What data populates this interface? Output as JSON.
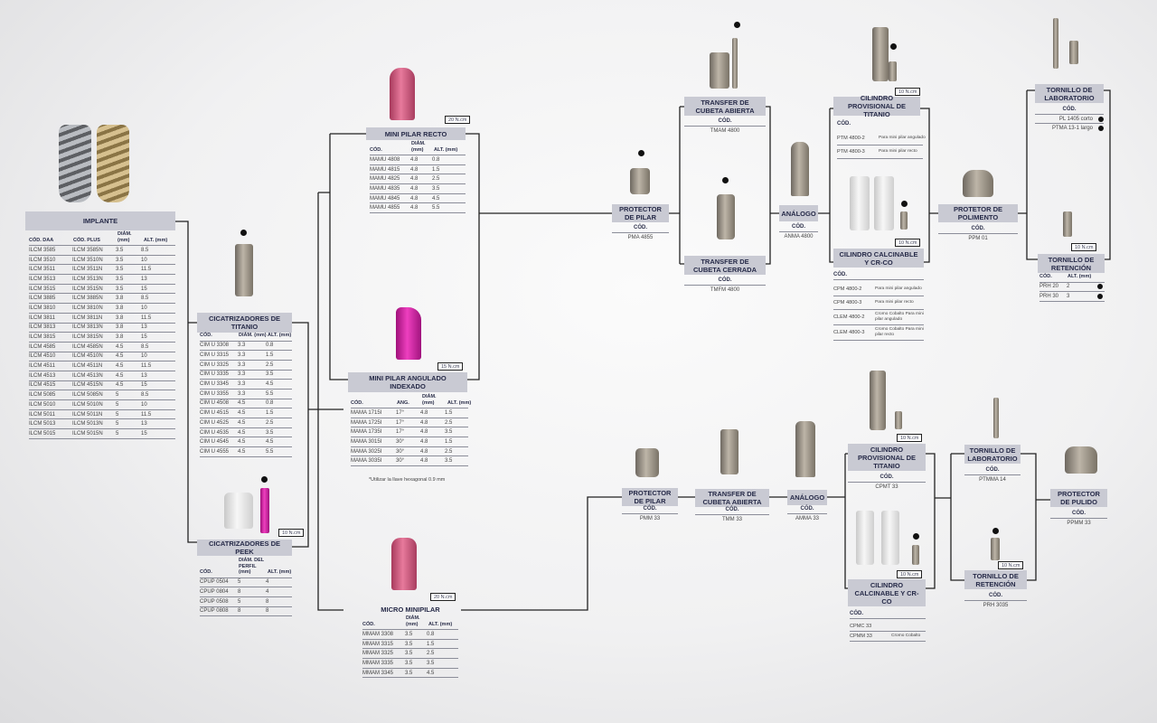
{
  "implant": {
    "title": "IMPLANTE",
    "headers": [
      "CÓD. DAA",
      "CÓD. PLUS",
      "DIÁM. (mm)",
      "ALT. (mm)"
    ],
    "rows": [
      [
        "ILCM 3585",
        "ILCM 3585N",
        "3.5",
        "8.5"
      ],
      [
        "ILCM 3510",
        "ILCM 3510N",
        "3.5",
        "10"
      ],
      [
        "ILCM 3511",
        "ILCM 3511N",
        "3.5",
        "11.5"
      ],
      [
        "ILCM 3513",
        "ILCM 3513N",
        "3.5",
        "13"
      ],
      [
        "ILCM 3515",
        "ILCM 3515N",
        "3.5",
        "15"
      ],
      [
        "ILCM 3885",
        "ILCM 3885N",
        "3.8",
        "8.5"
      ],
      [
        "ILCM 3810",
        "ILCM 3810N",
        "3.8",
        "10"
      ],
      [
        "ILCM 3811",
        "ILCM 3811N",
        "3.8",
        "11.5"
      ],
      [
        "ILCM 3813",
        "ILCM 3813N",
        "3.8",
        "13"
      ],
      [
        "ILCM 3815",
        "ILCM 3815N",
        "3.8",
        "15"
      ],
      [
        "ILCM 4585",
        "ILCM 4585N",
        "4.5",
        "8.5"
      ],
      [
        "ILCM 4510",
        "ILCM 4510N",
        "4.5",
        "10"
      ],
      [
        "ILCM 4511",
        "ILCM 4511N",
        "4.5",
        "11.5"
      ],
      [
        "ILCM 4513",
        "ILCM 4513N",
        "4.5",
        "13"
      ],
      [
        "ILCM 4515",
        "ILCM 4515N",
        "4.5",
        "15"
      ],
      [
        "ILCM 5085",
        "ILCM 5085N",
        "5",
        "8.5"
      ],
      [
        "ILCM 5010",
        "ILCM 5010N",
        "5",
        "10"
      ],
      [
        "ILCM 5011",
        "ILCM 5011N",
        "5",
        "11.5"
      ],
      [
        "ILCM 5013",
        "ILCM 5013N",
        "5",
        "13"
      ],
      [
        "ILCM 5015",
        "ILCM 5015N",
        "5",
        "15"
      ]
    ]
  },
  "cic_titanio": {
    "title": "CICATRIZADORES DE TITANIO",
    "headers": [
      "CÓD.",
      "DIÁM. (mm)",
      "ALT. (mm)"
    ],
    "rows": [
      [
        "CIM U 3308",
        "3.3",
        "0.8"
      ],
      [
        "CIM U 3315",
        "3.3",
        "1.5"
      ],
      [
        "CIM U 3325",
        "3.3",
        "2.5"
      ],
      [
        "CIM U 3335",
        "3.3",
        "3.5"
      ],
      [
        "CIM U 3345",
        "3.3",
        "4.5"
      ],
      [
        "CIM U 3355",
        "3.3",
        "5.5"
      ],
      [
        "CIM U 4508",
        "4.5",
        "0.8"
      ],
      [
        "CIM U 4515",
        "4.5",
        "1.5"
      ],
      [
        "CIM U 4525",
        "4.5",
        "2.5"
      ],
      [
        "CIM U 4535",
        "4.5",
        "3.5"
      ],
      [
        "CIM U 4545",
        "4.5",
        "4.5"
      ],
      [
        "CIM U 4555",
        "4.5",
        "5.5"
      ]
    ]
  },
  "cic_peek": {
    "title": "CICATRIZADORES DE PEEK",
    "torque": "10 N.cm",
    "headers": [
      "CÓD.",
      "DIÁM. DEL PERFIL (mm)",
      "ALT. (mm)"
    ],
    "rows": [
      [
        "CPUP 0504",
        "5",
        "4"
      ],
      [
        "CPUP 0804",
        "8",
        "4"
      ],
      [
        "CPUP 0508",
        "5",
        "8"
      ],
      [
        "CPUP 0808",
        "8",
        "8"
      ]
    ]
  },
  "mini_recto": {
    "title": "MINI PILAR RECTO",
    "torque": "20 N.cm",
    "headers": [
      "CÓD.",
      "DIÁM. (mm)",
      "ALT. (mm)"
    ],
    "rows": [
      [
        "MAMU 4808",
        "4.8",
        "0.8"
      ],
      [
        "MAMU 4815",
        "4.8",
        "1.5"
      ],
      [
        "MAMU 4825",
        "4.8",
        "2.5"
      ],
      [
        "MAMU 4835",
        "4.8",
        "3.5"
      ],
      [
        "MAMU 4845",
        "4.8",
        "4.5"
      ],
      [
        "MAMU 4855",
        "4.8",
        "5.5"
      ]
    ]
  },
  "mini_angulado": {
    "title": "MINI PILAR ANGULADO INDEXADO",
    "torque": "15 N.cm",
    "headers": [
      "CÓD.",
      "ANG.",
      "DIÁM. (mm)",
      "ALT. (mm)"
    ],
    "rows": [
      [
        "MAMA 1715I",
        "17°",
        "4.8",
        "1.5"
      ],
      [
        "MAMA 1725I",
        "17°",
        "4.8",
        "2.5"
      ],
      [
        "MAMA 1735I",
        "17°",
        "4.8",
        "3.5"
      ],
      [
        "MAMA 3015I",
        "30°",
        "4.8",
        "1.5"
      ],
      [
        "MAMA 3025I",
        "30°",
        "4.8",
        "2.5"
      ],
      [
        "MAMA 3035I",
        "30°",
        "4.8",
        "3.5"
      ]
    ],
    "note": "*Utilizar la llave hexagonal 0.9 mm"
  },
  "micro": {
    "title": "MICRO MINIPILAR",
    "torque": "20 N.cm",
    "headers": [
      "CÓD.",
      "DIÁM. (mm)",
      "ALT. (mm)"
    ],
    "rows": [
      [
        "MMAM 3308",
        "3.5",
        "0.8"
      ],
      [
        "MMAM 3315",
        "3.5",
        "1.5"
      ],
      [
        "MMAM 3325",
        "3.5",
        "2.5"
      ],
      [
        "MMAM 3335",
        "3.5",
        "3.5"
      ],
      [
        "MMAM 3345",
        "3.5",
        "4.5"
      ]
    ]
  },
  "cod_label": "CÓD.",
  "top": {
    "protector": {
      "title": "PROTECTOR DE PILAR",
      "code": "PMA 4855"
    },
    "transfer_abierta": {
      "title": "TRANSFER DE CUBETA ABIERTA",
      "code": "TMAM 4800"
    },
    "transfer_cerrada": {
      "title": "TRANSFER DE CUBETA CERRADA",
      "code": "TMFM 4800"
    },
    "analogo": {
      "title": "ANÁLOGO",
      "code": "ANMA 4800"
    },
    "cil_prov": {
      "title": "CILINDRO PROVISIONAL DE TITANIO",
      "torque": "10 N.cm",
      "rows": [
        [
          "PTM 4800-2",
          "Para mini pilar angulado"
        ],
        [
          "PTM 4800-3",
          "Para mini pilar recto"
        ]
      ]
    },
    "cil_calc": {
      "title": "CILINDRO CALCINABLE Y CR-CO",
      "torque": "10 N.cm",
      "rows": [
        [
          "CPM 4800-2",
          "Para mini pilar angulado"
        ],
        [
          "CPM 4800-3",
          "Para mini pilar recto"
        ],
        [
          "CLEM 4800-2",
          "Cromo Cobalto Para mini pilar angulado"
        ],
        [
          "CLEM 4800-3",
          "Cromo Cobalto Para mini pilar recto"
        ]
      ]
    },
    "polimento": {
      "title": "PROTETOR DE POLIMENTO",
      "code": "PPM 01"
    },
    "torn_lab": {
      "title": "TORNILLO DE LABORATORIO",
      "rows": [
        "PL 1405 corto",
        "PTMA 13-1 largo"
      ]
    },
    "torn_ret": {
      "title": "TORNILLO DE RETENCIÓN",
      "torque": "10 N.cm",
      "headers": [
        "CÓD.",
        "ALT. (mm)",
        ""
      ],
      "rows": [
        [
          "PRH 20",
          "2"
        ],
        [
          "PRH 30",
          "3"
        ]
      ]
    }
  },
  "bottom": {
    "protector": {
      "title": "PROTECTOR DE PILAR",
      "code": "PMM 33"
    },
    "transfer_abierta": {
      "title": "TRANSFER DE CUBETA ABIERTA",
      "code": "TMM 33"
    },
    "analogo": {
      "title": "ANÁLOGO",
      "code": "AMMA 33"
    },
    "cil_prov": {
      "title": "CILINDRO PROVISIONAL DE TITANIO",
      "torque": "10 N.cm",
      "code": "CPMT 33"
    },
    "cil_calc": {
      "title": "CILINDRO CALCINABLE Y CR-CO",
      "torque": "10 N.cm",
      "rows": [
        [
          "CPMC 33",
          ""
        ],
        [
          "CPMM 33",
          "Cromo Cobalto"
        ]
      ]
    },
    "torn_lab": {
      "title": "TORNILLO DE LABORATORIO",
      "code": "PTMMA 14"
    },
    "torn_ret": {
      "title": "TORNILLO DE RETENCIÓN",
      "torque": "10 N.cm",
      "code": "PRH 3035"
    },
    "pulido": {
      "title": "PROTECTOR DE PULIDO",
      "code": "PPMM 33"
    }
  }
}
